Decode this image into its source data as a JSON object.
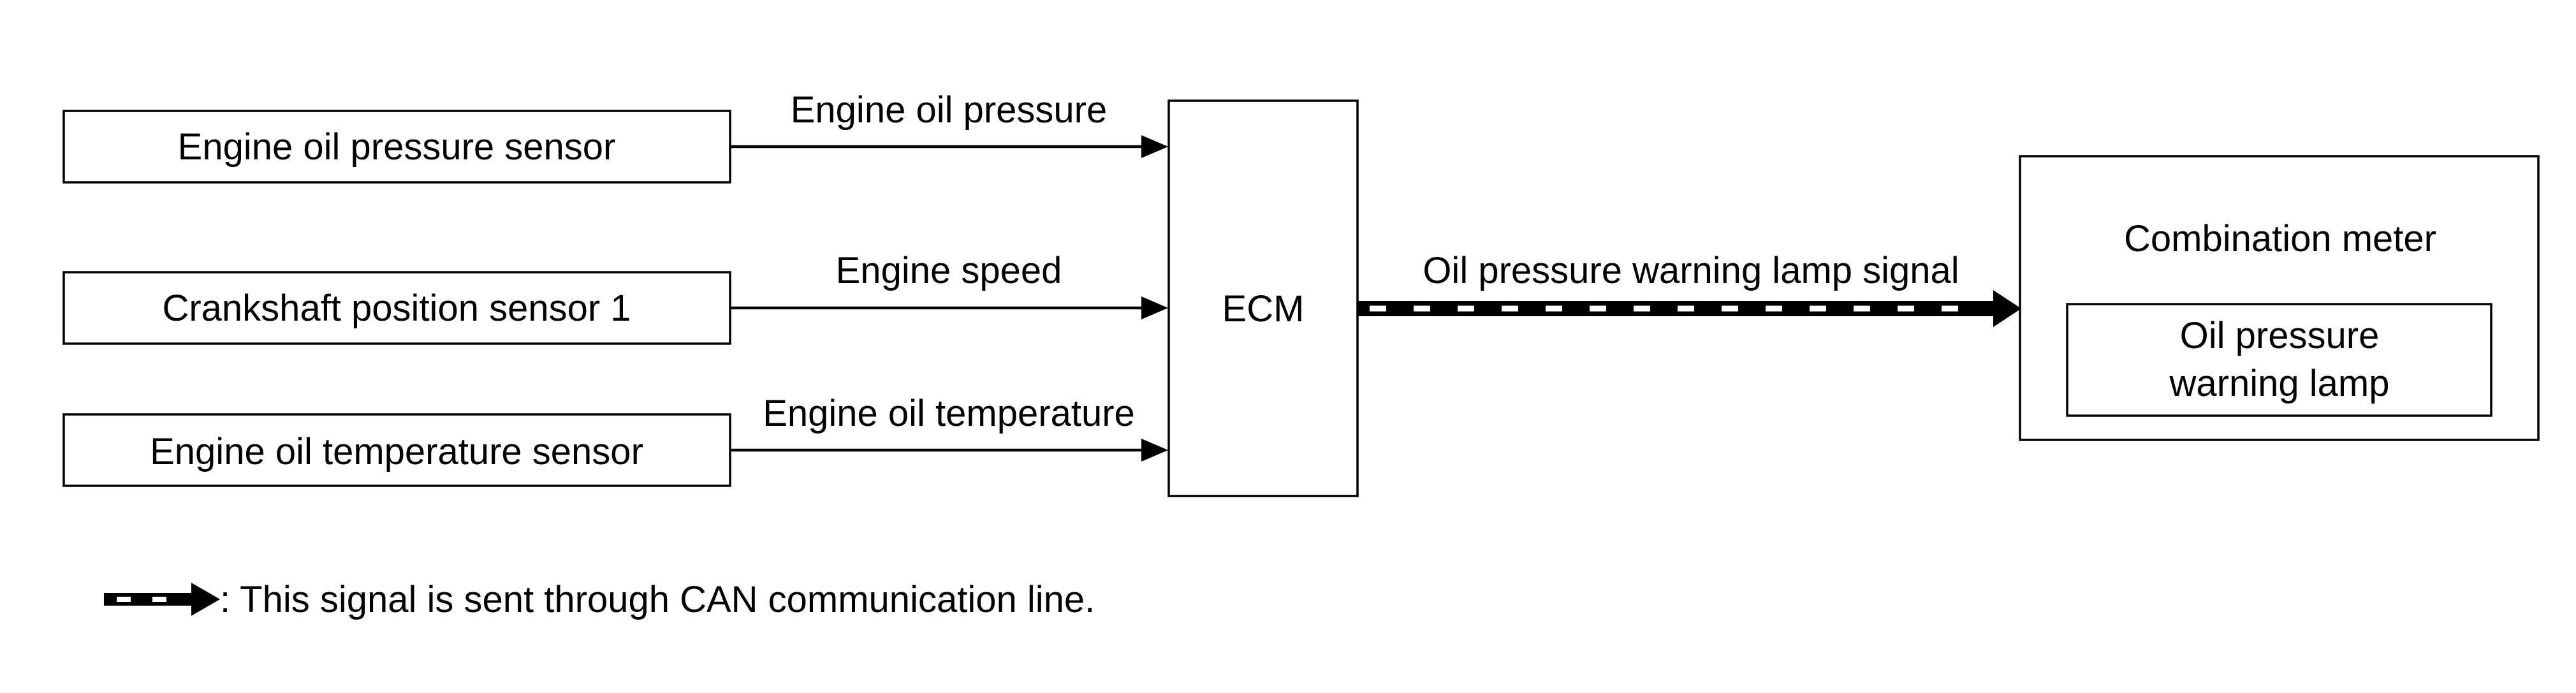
{
  "inputs": [
    {
      "label": "Engine oil pressure sensor",
      "signal": "Engine oil pressure"
    },
    {
      "label": "Crankshaft position sensor 1",
      "signal": "Engine speed"
    },
    {
      "label": "Engine oil temperature sensor",
      "signal": "Engine oil temperature"
    }
  ],
  "ecm": {
    "label": "ECM"
  },
  "can_signal": {
    "label": "Oil pressure warning lamp signal"
  },
  "combination_meter": {
    "label": "Combination meter",
    "lamp_line1": "Oil pressure",
    "lamp_line2": "warning lamp"
  },
  "legend": {
    "text": ": This signal is sent through CAN communication line."
  },
  "colors": {
    "line": "#000000",
    "background": "#ffffff"
  }
}
